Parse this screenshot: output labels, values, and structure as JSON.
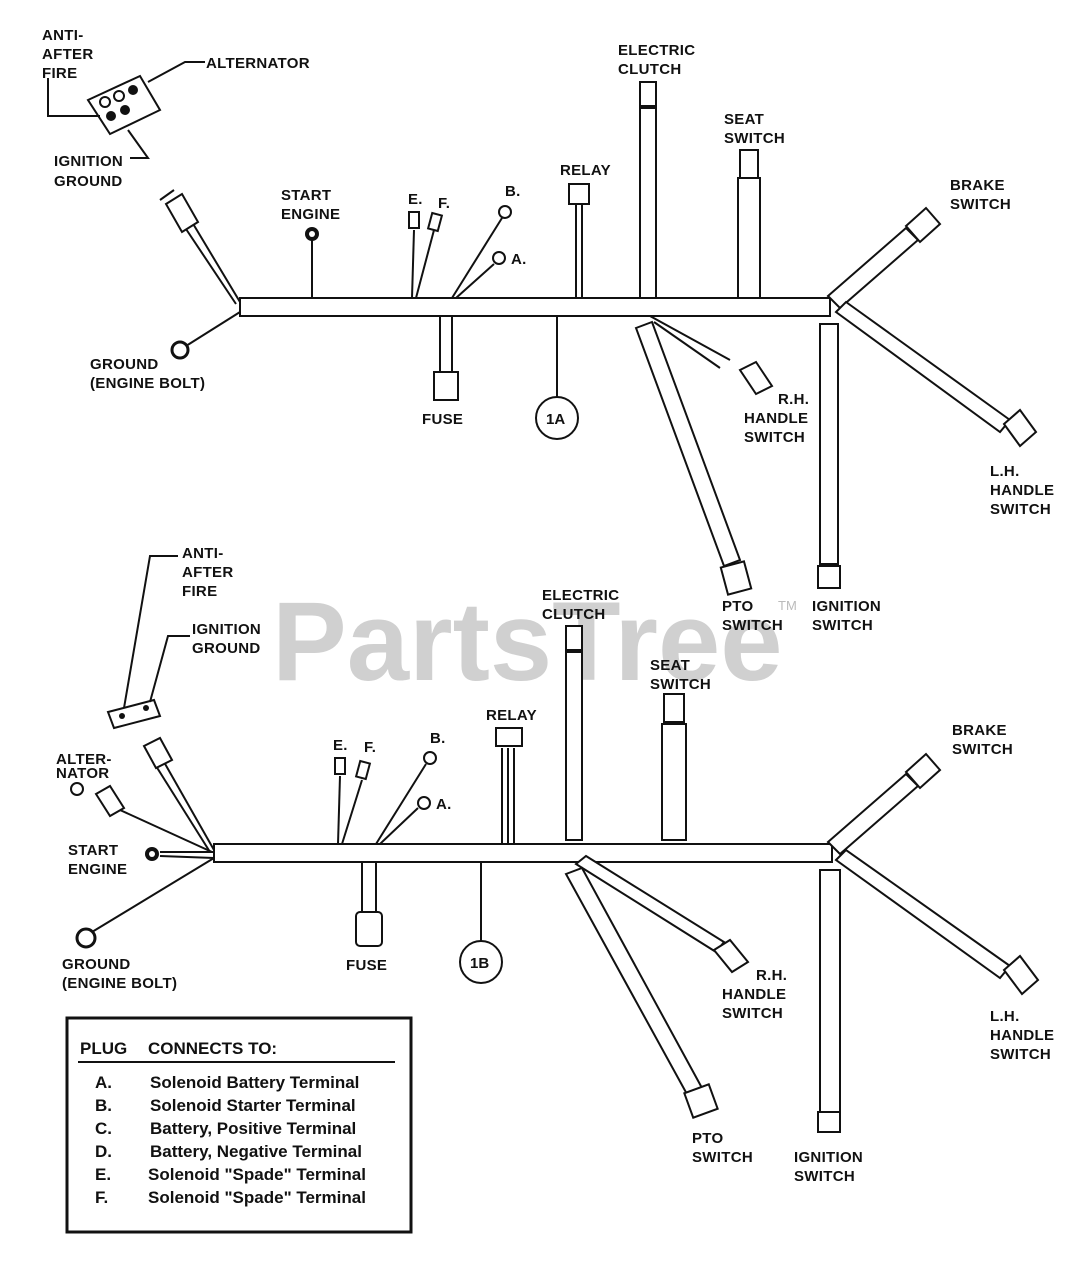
{
  "watermark": "PartsTree",
  "trademark": "TM",
  "diagram_1a": {
    "ref": "1A",
    "labels": {
      "anti_after_fire": [
        "ANTI-",
        "AFTER",
        "FIRE"
      ],
      "alternator": "ALTERNATOR",
      "ignition_ground": [
        "IGNITION",
        "GROUND"
      ],
      "start_engine": [
        "START",
        "ENGINE"
      ],
      "plug_e": "E.",
      "plug_f": "F.",
      "plug_b": "B.",
      "plug_a": "A.",
      "relay": "RELAY",
      "electric_clutch": [
        "ELECTRIC",
        "CLUTCH"
      ],
      "seat_switch": [
        "SEAT",
        "SWITCH"
      ],
      "brake_switch": [
        "BRAKE",
        "SWITCH"
      ],
      "ground": [
        "GROUND",
        "(ENGINE BOLT)"
      ],
      "fuse": "FUSE",
      "rh_handle_switch": [
        "R.H.",
        "HANDLE",
        "SWITCH"
      ],
      "lh_handle_switch": [
        "L.H.",
        "HANDLE",
        "SWITCH"
      ],
      "pto_switch": [
        "PTO",
        "SWITCH"
      ],
      "ignition_switch": [
        "IGNITION",
        "SWITCH"
      ]
    }
  },
  "diagram_1b": {
    "ref": "1B",
    "labels": {
      "anti_after_fire": [
        "ANTI-",
        "AFTER",
        "FIRE"
      ],
      "ignition_ground": [
        "IGNITION",
        "GROUND"
      ],
      "alternator": [
        "ALTER-",
        "NATOR"
      ],
      "start_engine": [
        "START",
        "ENGINE"
      ],
      "plug_e": "E.",
      "plug_f": "F.",
      "plug_b": "B.",
      "plug_a": "A.",
      "relay": "RELAY",
      "electric_clutch": [
        "ELECTRIC",
        "CLUTCH"
      ],
      "seat_switch": [
        "SEAT",
        "SWITCH"
      ],
      "brake_switch": [
        "BRAKE",
        "SWITCH"
      ],
      "ground": [
        "GROUND",
        "(ENGINE BOLT)"
      ],
      "fuse": "FUSE",
      "rh_handle_switch": [
        "R.H.",
        "HANDLE",
        "SWITCH"
      ],
      "lh_handle_switch": [
        "L.H.",
        "HANDLE",
        "SWITCH"
      ],
      "pto_switch": [
        "PTO",
        "SWITCH"
      ],
      "ignition_switch": [
        "IGNITION",
        "SWITCH"
      ]
    }
  },
  "legend": {
    "header_plug": "PLUG",
    "header_connects": "CONNECTS TO:",
    "rows": [
      {
        "plug": "A.",
        "desc": "Solenoid Battery Terminal"
      },
      {
        "plug": "B.",
        "desc": "Solenoid Starter Terminal"
      },
      {
        "plug": "C.",
        "desc": "Battery, Positive Terminal"
      },
      {
        "plug": "D.",
        "desc": "Battery, Negative Terminal"
      },
      {
        "plug": "E.",
        "desc": "Solenoid \"Spade\" Terminal"
      },
      {
        "plug": "F.",
        "desc": "Solenoid \"Spade\" Terminal"
      }
    ]
  }
}
